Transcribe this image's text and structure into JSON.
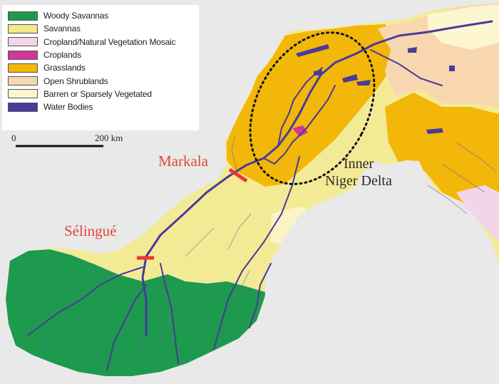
{
  "legend": {
    "items": [
      {
        "label": "Woody Savannas",
        "color": "#1d9a4e"
      },
      {
        "label": "Savannas",
        "color": "#f1e98a"
      },
      {
        "label": "Cropland/Natural Vegetation Mosaic",
        "color": "#f4d4e8"
      },
      {
        "label": "Croplands",
        "color": "#d0389a"
      },
      {
        "label": "Grasslands",
        "color": "#f2b709"
      },
      {
        "label": "Open Shrublands",
        "color": "#f8d7b0"
      },
      {
        "label": "Barren or Sparsely Vegetated",
        "color": "#fdf6cf"
      },
      {
        "label": "Water Bodies",
        "color": "#4a3a9a"
      }
    ]
  },
  "scale": {
    "start": "0",
    "end": "200 km"
  },
  "places": {
    "markala": "Markala",
    "selingue": "Sélingué",
    "delta_line1": "Inner",
    "delta_line2": "Niger Delta"
  },
  "colors": {
    "background": "#e9e9e9",
    "dam_marker": "#e53a2f",
    "place_label": "#e0463a",
    "river": "#4a3a9a"
  }
}
